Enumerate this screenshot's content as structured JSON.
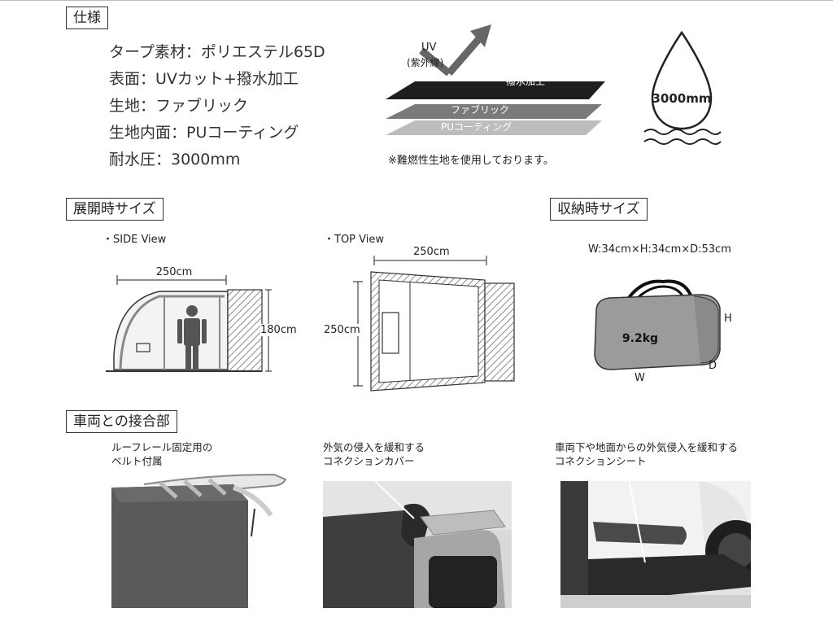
{
  "sections": {
    "spec": "仕様",
    "deployed_size": "展開時サイズ",
    "storage_size": "収納時サイズ",
    "vehicle_joint": "車両との接合部"
  },
  "spec": {
    "lines": [
      "タープ素材：ポリエステル65D",
      "表面：UVカット+撥水加工",
      "生地：ファブリック",
      "生地内面：PUコーティング",
      "耐水圧：3000mm"
    ],
    "layer_diagram": {
      "uv": "UV",
      "uv_sub": "(紫外線)",
      "layer_top": "撥水加工",
      "layer_mid": "ファブリック",
      "layer_bottom": "PUコーティング"
    },
    "note": "※難燃性生地を使用しております。",
    "water_drop_label": "3000mm"
  },
  "side_view": {
    "title": "・SIDE View",
    "width": "250cm",
    "height": "180cm"
  },
  "top_view": {
    "title": "・TOP View",
    "width": "250cm",
    "depth": "250cm"
  },
  "storage": {
    "dimensions": "W:34cm×H:34cm×D:53cm",
    "weight": "9.2kg",
    "label_h": "H",
    "label_d": "D",
    "label_w": "W"
  },
  "joint": {
    "captions": [
      [
        "ルーフレール固定用の",
        "ベルト付属"
      ],
      [
        "外気の侵入を緩和する",
        "コネクションカバー"
      ],
      [
        "車両下や地面からの外気侵入を緩和する",
        "コネクションシート"
      ]
    ]
  }
}
